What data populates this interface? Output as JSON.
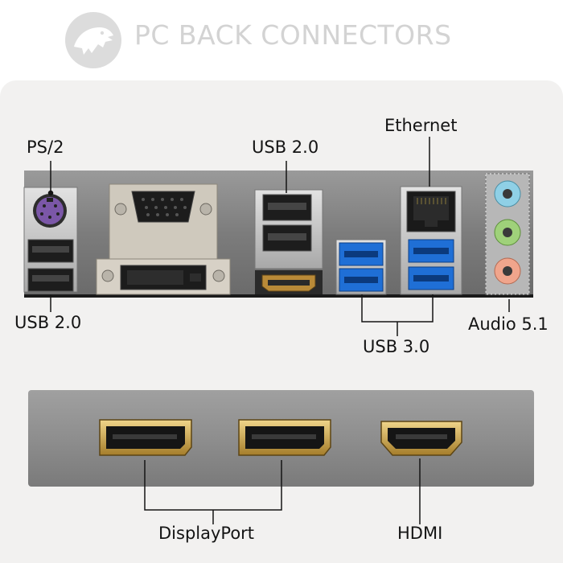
{
  "header": {
    "title": "PC BACK CONNECTORS",
    "logo_icon": "dinosaur-logo-icon"
  },
  "rear_panel": {
    "labels": {
      "ps2": "PS/2",
      "usb20_top": "USB 2.0",
      "ethernet": "Ethernet",
      "usb20_bottom": "USB 2.0",
      "usb30": "USB 3.0",
      "audio": "Audio 5.1"
    }
  },
  "gpu_panel": {
    "labels": {
      "displayport": "DisplayPort",
      "hdmi": "HDMI"
    }
  },
  "colors": {
    "title_gray": "#d3d3d3",
    "card_bg": "#f2f1f0",
    "panel_gray": "#8a8a8a",
    "usb3_blue": "#1f6fd6",
    "ps2_purple": "#7b57a8",
    "audio_blue": "#8fd0e6",
    "audio_green": "#9fd17a",
    "audio_pink": "#f0a58c",
    "gold": "#c9a24a",
    "label_text": "#141414"
  }
}
